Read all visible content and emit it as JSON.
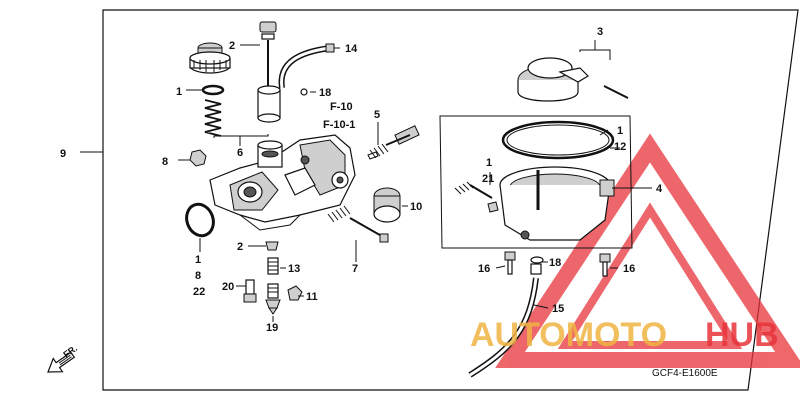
{
  "callouts": {
    "c1a": "1",
    "c1b": "1",
    "c1c": "1",
    "c1d": "1",
    "c2a": "2",
    "c2b": "2",
    "c3": "3",
    "c4": "4",
    "c5": "5",
    "c6": "6",
    "c7": "7",
    "c8": "8",
    "c8b": "8",
    "c9": "9",
    "c10": "10",
    "c11": "11",
    "c12": "12",
    "c13": "13",
    "c14": "14",
    "c15": "15",
    "c16a": "16",
    "c16b": "16",
    "c18a": "18",
    "c18b": "18",
    "c19": "19",
    "c20": "20",
    "c21": "21",
    "c22": "22",
    "f10": "F-10",
    "f101": "F-10-1"
  },
  "arrow_label": "FR.",
  "diagram_code": "GCF4-E1600E",
  "watermark": {
    "brand_a": "AUTOMOTO",
    "brand_b": "HUB",
    "color_accent": "#e8343a",
    "color_gold": "#f0b544"
  }
}
